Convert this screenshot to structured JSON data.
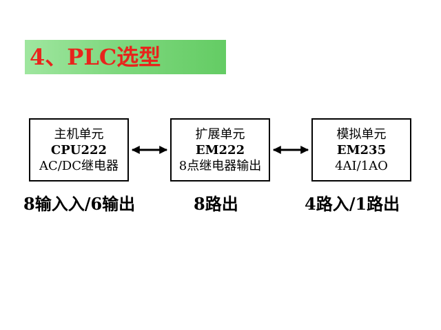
{
  "title": "4、PLC选型",
  "colors": {
    "title_text": "#e8241c",
    "title_bar": "#7fd87f",
    "box_border": "#000000",
    "arrow": "#000000"
  },
  "diagram": {
    "main_unit": {
      "name": "主机单元",
      "model": "CPU222",
      "spec": "AC/DC继电器",
      "io": "8输入入/6输出"
    },
    "expansion_unit": {
      "name": "扩展单元",
      "model": "EM222",
      "spec": "8点继电器输出",
      "io": "8路出"
    },
    "analog_unit": {
      "name": "模拟单元",
      "model": "EM235",
      "spec": "4AI/1AO",
      "io": "4路入/1路出"
    },
    "connections": [
      {
        "from": "main_unit",
        "to": "expansion_unit",
        "style": "double-arrow"
      },
      {
        "from": "expansion_unit",
        "to": "analog_unit",
        "style": "double-arrow"
      }
    ]
  }
}
